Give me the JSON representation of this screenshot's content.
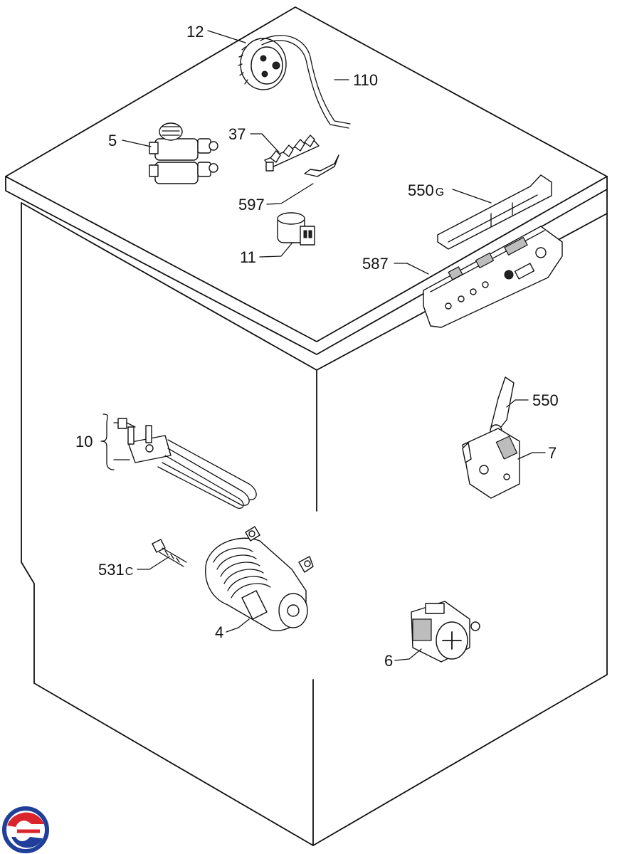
{
  "callouts": [
    {
      "id": "12",
      "text": "12"
    },
    {
      "id": "110",
      "text": "110"
    },
    {
      "id": "5",
      "text": "5"
    },
    {
      "id": "37",
      "text": "37"
    },
    {
      "id": "597",
      "text": "597"
    },
    {
      "id": "550g",
      "text": "550",
      "suffix": "G"
    },
    {
      "id": "11",
      "text": "11"
    },
    {
      "id": "587",
      "text": "587"
    },
    {
      "id": "550",
      "text": "550"
    },
    {
      "id": "10",
      "text": "10"
    },
    {
      "id": "7",
      "text": "7"
    },
    {
      "id": "531c",
      "text": "531",
      "suffix": "C"
    },
    {
      "id": "4",
      "text": "4"
    },
    {
      "id": "6",
      "text": "6"
    }
  ],
  "colors": {
    "line": "#111111",
    "background": "#ffffff",
    "logo_red": "#d9262c",
    "logo_blue": "#1f3f9a"
  }
}
